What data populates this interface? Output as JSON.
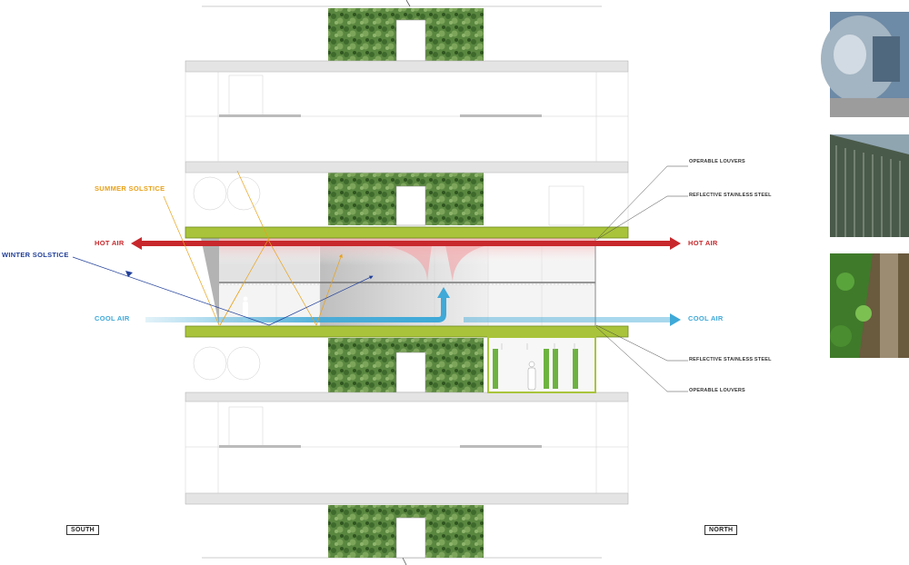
{
  "labels": {
    "summer_solstice": "SUMMER SOLSTICE",
    "winter_solstice": "WINTER SOLSTICE",
    "hot_air_left": "HOT AIR",
    "hot_air_right": "HOT AIR",
    "cool_air_left": "COOL AIR",
    "cool_air_right": "COOL AIR",
    "operable_louvers_top": "OPERABLE LOUVERS",
    "reflective_steel_top": "REFLECTIVE STAINLESS STEEL",
    "reflective_steel_bottom": "REFLECTIVE STAINLESS STEEL",
    "operable_louvers_bottom": "OPERABLE LOUVERS",
    "south": "SOUTH",
    "north": "NORTH"
  },
  "colors": {
    "hot_air": "#c8282c",
    "cool_air": "#3fa9d8",
    "summer": "#e8a21a",
    "winter": "#22409a",
    "slab_green": "#a9c43a",
    "greenwall": "#4f7d3a"
  },
  "photos": [
    "mirror-sculpture-photo",
    "louvered-facade-photo",
    "green-planter-photo"
  ]
}
